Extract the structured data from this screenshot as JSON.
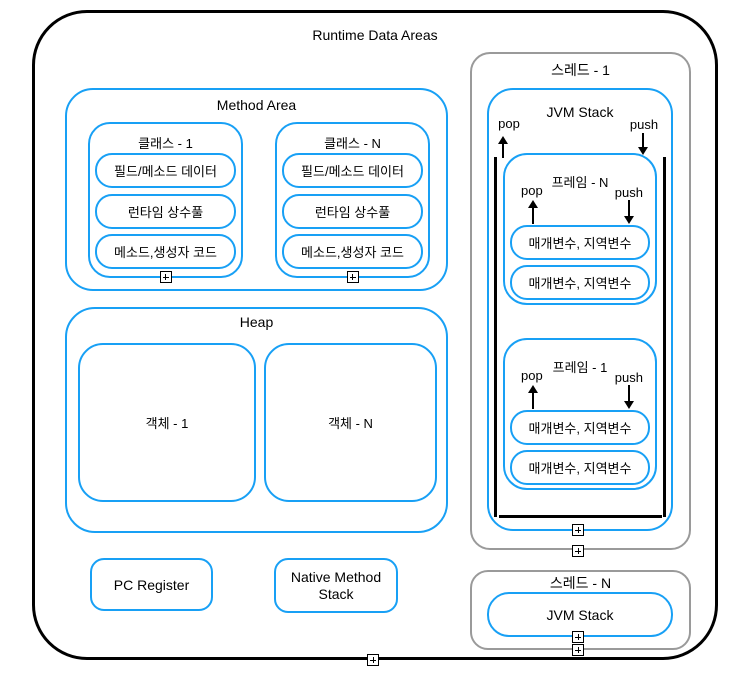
{
  "diagram": {
    "title": "Runtime Data Areas"
  },
  "colors": {
    "accent_blue": "#18A0F5",
    "thread_gray": "#9A9A9A",
    "line_black": "#000000",
    "background": "#FFFFFF"
  },
  "icons": {
    "collapse_marker": "plus-box"
  },
  "method_area": {
    "title": "Method Area",
    "classes": [
      {
        "title": "클래스 - 1",
        "items": [
          "필드/메소드 데이터",
          "런타임 상수풀",
          "메소드,생성자 코드"
        ]
      },
      {
        "title": "클래스 - N",
        "items": [
          "필드/메소드 데이터",
          "런타임 상수풀",
          "메소드,생성자 코드"
        ]
      }
    ]
  },
  "heap": {
    "title": "Heap",
    "objects": [
      {
        "label": "객체 - 1"
      },
      {
        "label": "객체 - N"
      }
    ]
  },
  "pc_register": {
    "label": "PC Register"
  },
  "native_method_stack": {
    "label": "Native Method Stack"
  },
  "thread1": {
    "title": "스레드 - 1",
    "jvm_stack": {
      "title": "JVM Stack",
      "pop_label": "pop",
      "push_label": "push",
      "frames": [
        {
          "title": "프레임 - N",
          "pop_label": "pop",
          "push_label": "push",
          "slots": [
            "매개변수, 지역변수",
            "매개변수, 지역변수"
          ]
        },
        {
          "title": "프레임 - 1",
          "pop_label": "pop",
          "push_label": "push",
          "slots": [
            "매개변수, 지역변수",
            "매개변수, 지역변수"
          ]
        }
      ]
    }
  },
  "threadN": {
    "title": "스레드 - N",
    "jvm_stack": {
      "title": "JVM Stack"
    }
  }
}
